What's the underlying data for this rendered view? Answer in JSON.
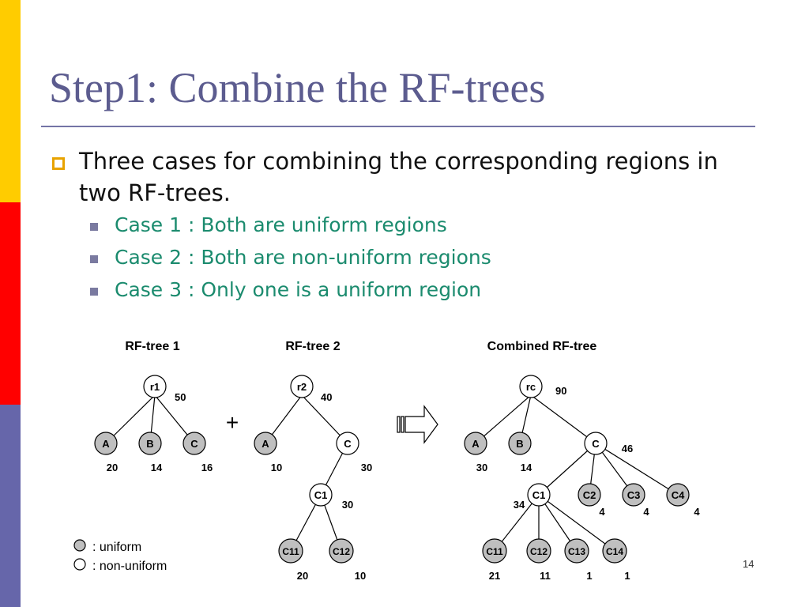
{
  "colors": {
    "bar": [
      "#ffcc00",
      "#ff0000",
      "#6666aa"
    ],
    "title": "#5c5c8f",
    "bullet": "#e8a300",
    "subtext": "#1b8b6e",
    "uniform_fill": "#bfbfbf",
    "nonuniform_fill": "#ffffff"
  },
  "title": "Step1: Combine the RF-trees",
  "bullet_main": "Three cases for combining the corresponding regions in two RF-trees.",
  "cases": [
    "Case 1 : Both are uniform regions",
    "Case 2 : Both are non-uniform regions",
    "Case 3 : Only one is a uniform region"
  ],
  "diagram": {
    "tree1_label": "RF-tree 1",
    "tree2_label": "RF-tree 2",
    "combined_label": "Combined RF-tree",
    "plus": "+",
    "legend_uniform": ": uniform",
    "legend_nonuniform": ": non-uniform",
    "tree1": {
      "root": {
        "label": "r1",
        "value": "50"
      },
      "children": [
        {
          "label": "A",
          "value": "20",
          "uniform": true
        },
        {
          "label": "B",
          "value": "14",
          "uniform": true
        },
        {
          "label": "C",
          "value": "16",
          "uniform": true
        }
      ]
    },
    "tree2": {
      "root": {
        "label": "r2",
        "value": "40"
      },
      "a": {
        "label": "A",
        "value": "10",
        "uniform": true
      },
      "c": {
        "label": "C",
        "value": "30",
        "uniform": false
      },
      "c1": {
        "label": "C1",
        "value": "30",
        "uniform": false
      },
      "c11": {
        "label": "C11",
        "value": "20",
        "uniform": true
      },
      "c12": {
        "label": "C12",
        "value": "10",
        "uniform": true
      }
    },
    "combined": {
      "root": {
        "label": "rc",
        "value": "90"
      },
      "a": {
        "label": "A",
        "value": "30",
        "uniform": true
      },
      "b": {
        "label": "B",
        "value": "14",
        "uniform": true
      },
      "c": {
        "label": "C",
        "value": "46",
        "uniform": false
      },
      "c1": {
        "label": "C1",
        "value": "34",
        "uniform": false
      },
      "c2": {
        "label": "C2",
        "value": "4",
        "uniform": true
      },
      "c3": {
        "label": "C3",
        "value": "4",
        "uniform": true
      },
      "c4": {
        "label": "C4",
        "value": "4",
        "uniform": true
      },
      "c11": {
        "label": "C11",
        "value": "21",
        "uniform": true
      },
      "c12": {
        "label": "C12",
        "value": "11",
        "uniform": true
      },
      "c13": {
        "label": "C13",
        "value": "1",
        "uniform": true
      },
      "c14": {
        "label": "C14",
        "value": "1",
        "uniform": true
      }
    }
  },
  "slide_number": "14"
}
